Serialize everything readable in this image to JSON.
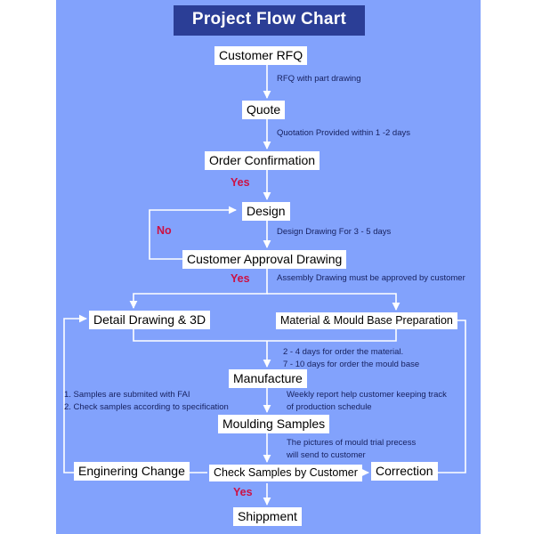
{
  "title": "Project Flow Chart",
  "colors": {
    "board_background": "#82a2fc",
    "banner": "#2b3e96",
    "node_fill": "#ffffff",
    "note_text": "#16205e",
    "decision_text": "#cc1144",
    "connector": "#ffffff"
  },
  "nodes": {
    "customer_rfq": "Customer RFQ",
    "quote": "Quote",
    "order_confirmation": "Order Confirmation",
    "design": "Design",
    "customer_approval_drawing": "Customer Approval Drawing",
    "detail_drawing_3d": "Detail Drawing & 3D",
    "material_mould_base": "Material & Mould Base Preparation",
    "manufacture": "Manufacture",
    "moulding_samples": "Moulding Samples",
    "enginering_change": "Enginering Change",
    "check_samples_by_customer": "Check Samples by Customer",
    "correction": "Correction",
    "shippment": "Shippment"
  },
  "notes": {
    "rfq_with_part_drawing": "RFQ with part drawing",
    "quotation_provided": "Quotation Provided within 1 -2 days",
    "design_drawing_days": "Design Drawing For 3 - 5 days",
    "assembly_drawing_approved": "Assembly Drawing must be approved by customer",
    "material_days_line1": "2 - 4 days for order the material.",
    "material_days_line2": "7 - 10 days for order the mould base",
    "weekly_report_line1": "Weekly report help customer keeping track",
    "weekly_report_line2": "of production schedule",
    "samples_line1": "1. Samples are submited with FAI",
    "samples_line2": "2. Check samples according to specification",
    "mould_trial_line1": "The pictures of mould trial precess",
    "mould_trial_line2": "will send to customer"
  },
  "decisions": {
    "yes_order_confirmation": "Yes",
    "no_customer_approval": "No",
    "yes_customer_approval": "Yes",
    "yes_check_samples": "Yes"
  }
}
